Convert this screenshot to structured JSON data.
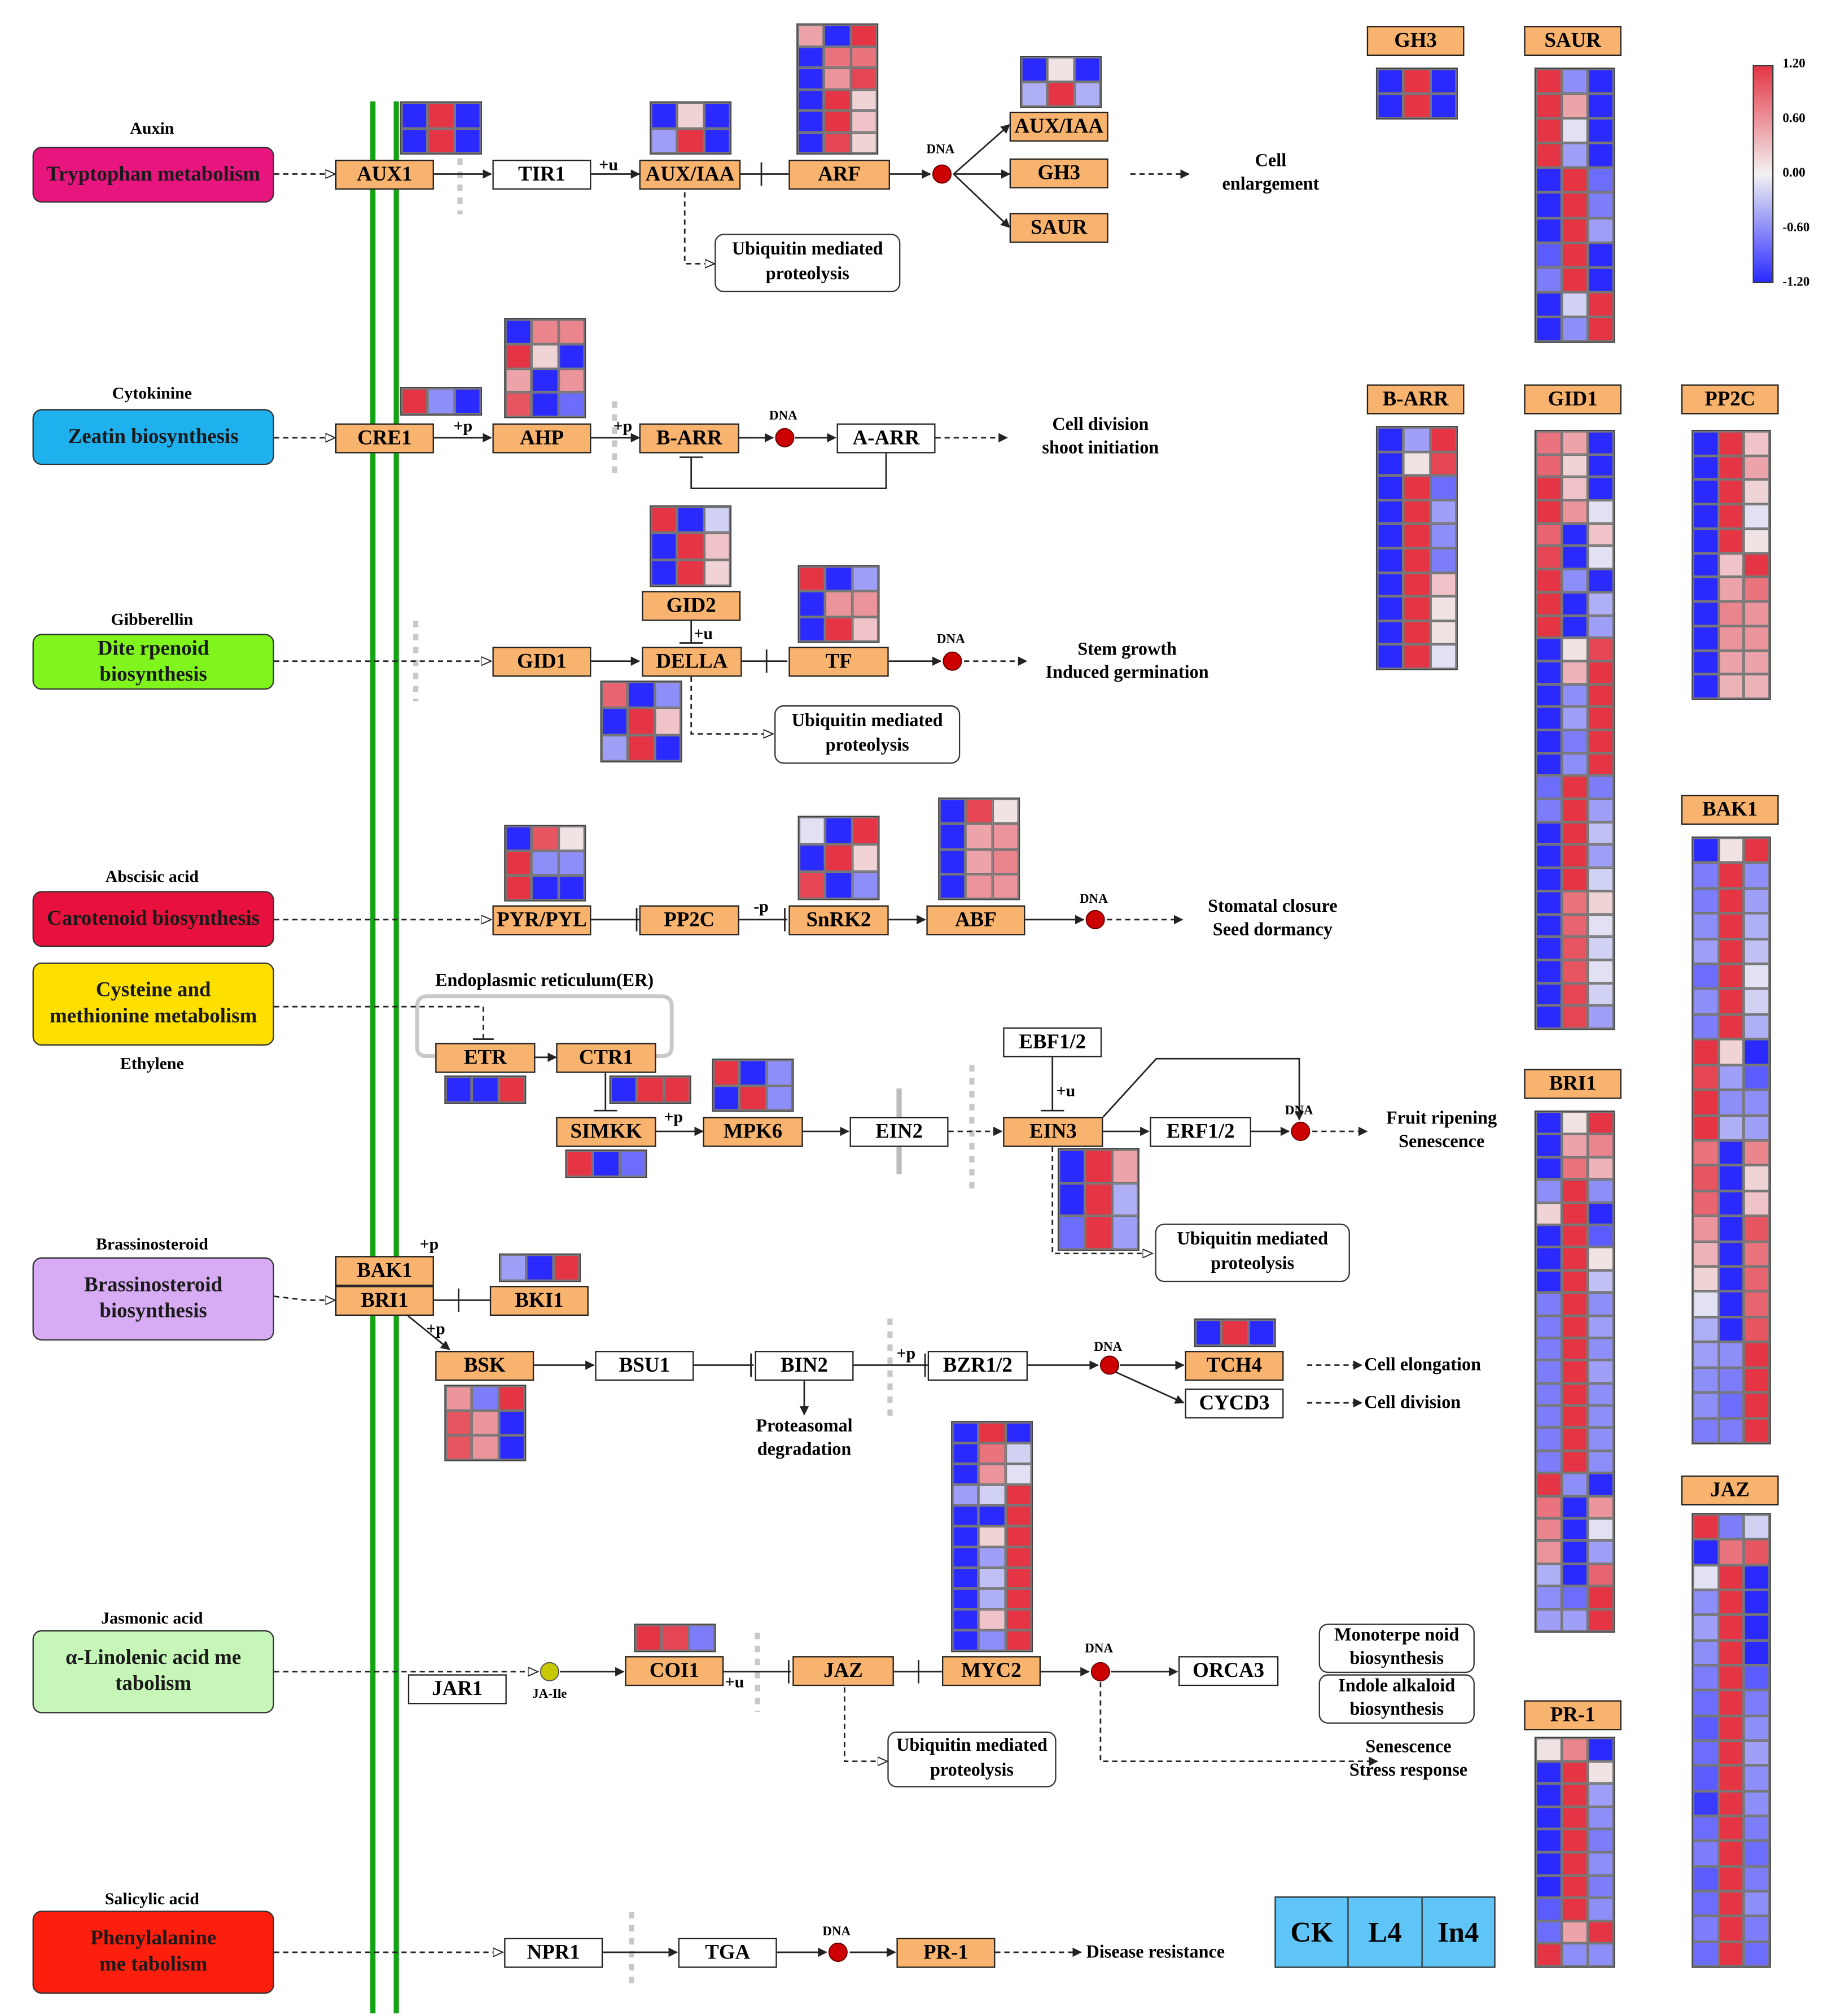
{
  "hormones": [
    {
      "title": "Auxin",
      "pathway": "Tryptophan metabolism",
      "color": "#e8157f",
      "text_color": "#1a1a1a"
    },
    {
      "title": "Cytokinine",
      "pathway": "Zeatin biosynthesis",
      "color": "#1fb0ee",
      "text_color": "#1a1a1a"
    },
    {
      "title": "Gibberellin",
      "pathway": "Dite rpenoid\nbiosynthesis",
      "color": "#7ff51d",
      "text_color": "#1a1a1a"
    },
    {
      "title": "Abscisic acid",
      "pathway": "Carotenoid biosynthesis",
      "color": "#e8103c",
      "text_color": "#1a1a1a"
    },
    {
      "title": "Ethylene",
      "pathway": "Cysteine and\nmethionine metabolism",
      "color": "#fde000",
      "text_color": "#1a1a1a"
    },
    {
      "title": "Brassinosteroid",
      "pathway": "Brassinosteroid\nbiosynthesis",
      "color": "#d8acf5",
      "text_color": "#1a1a1a"
    },
    {
      "title": "Jasmonic acid",
      "pathway": "α-Linolenic acid me\ntabolism",
      "color": "#c6f6b8",
      "text_color": "#1a1a1a"
    },
    {
      "title": "Salicylic acid",
      "pathway": "Phenylalanine\nme tabolism",
      "color": "#fe1e0e",
      "text_color": "#1a1a1a"
    }
  ],
  "nodes": {
    "aux1": "AUX1",
    "tir1": "TIR1",
    "auxiaa": "AUX/IAA",
    "arf": "ARF",
    "auxiaa2": "AUX/IAA",
    "gh3": "GH3",
    "saur": "SAUR",
    "cre1": "CRE1",
    "ahp": "AHP",
    "barr": "B-ARR",
    "aarr": "A-ARR",
    "gid1": "GID1",
    "gid2": "GID2",
    "della": "DELLA",
    "tf": "TF",
    "pyr": "PYR/PYL",
    "pp2c": "PP2C",
    "snrk2": "SnRK2",
    "abf": "ABF",
    "etr": "ETR",
    "ctr1": "CTR1",
    "simkk": "SIMKK",
    "mpk6": "MPK6",
    "ein2": "EIN2",
    "ebf": "EBF1/2",
    "ein3": "EIN3",
    "erf": "ERF1/2",
    "bak1": "BAK1",
    "bri1": "BRI1",
    "bki1": "BKI1",
    "bsk": "BSK",
    "bsu1": "BSU1",
    "bin2": "BIN2",
    "bzr": "BZR1/2",
    "tch4": "TCH4",
    "cycd3": "CYCD3",
    "jar1": "JAR1",
    "coi1": "COI1",
    "jaz": "JAZ",
    "myc2": "MYC2",
    "orca3": "ORCA3",
    "npr1": "NPR1",
    "tga": "TGA",
    "pr1": "PR-1"
  },
  "outcomes": {
    "cell_enlargement": "Cell\nenlargement",
    "cell_division_shoot": "Cell division\nshoot initiation",
    "stem_growth": "Stem growth\nInduced germination",
    "stomatal": "Stomatal closure\nSeed dormancy",
    "fruit": "Fruit ripening\nSenescence",
    "cell_elongation": "Cell elongation",
    "cell_division": "Cell division",
    "senescence_stress": "Senescence\nStress response",
    "disease": "Disease resistance",
    "proteasomal": "Proteasomal\ndegradation"
  },
  "boxes": {
    "ubiquitin": "Ubiquitin mediated\nproteolysis",
    "monoterpene": "Monoterpe noid\nbiosynthesis",
    "indole": "Indole alkaloid\nbiosynthesis",
    "er_label": "Endoplasmic reticulum(ER)",
    "ja_ile": "JA-Ile"
  },
  "signs": {
    "plus_u": "+u",
    "plus_p": "+p",
    "minus_p": "-p",
    "dna": "DNA"
  },
  "colorbar": {
    "ticks": [
      "1.20",
      "0.60",
      "0.00",
      "-0.60",
      "-1.20"
    ],
    "max": 1.2,
    "min": -1.2,
    "colors": [
      "#e53544",
      "#f2f2f2",
      "#2a2aff"
    ]
  },
  "legend": {
    "samples": [
      "CK",
      "L4",
      "In4"
    ],
    "color": "#5ec5f6"
  },
  "side_heatmaps": [
    {
      "key": "gh3",
      "title": "GH3"
    },
    {
      "key": "saur",
      "title": "SAUR"
    },
    {
      "key": "barr",
      "title": "B-ARR"
    },
    {
      "key": "gid1",
      "title": "GID1"
    },
    {
      "key": "pp2c",
      "title": "PP2C"
    },
    {
      "key": "bak1",
      "title": "BAK1"
    },
    {
      "key": "bri1",
      "title": "BRI1"
    },
    {
      "key": "jaz",
      "title": "JAZ"
    },
    {
      "key": "pr1",
      "title": "PR-1"
    }
  ],
  "heatmap_values": {
    "aux1": [
      [
        -1.2,
        1.2,
        -1.2
      ],
      [
        -1.2,
        1.2,
        -1.2
      ]
    ],
    "auxiaa": [
      [
        -1.2,
        0.2,
        -1.2
      ],
      [
        -0.5,
        1.2,
        -1.2
      ]
    ],
    "arf": [
      [
        0.5,
        -1.2,
        1.2
      ],
      [
        -1.2,
        0.8,
        0.8
      ],
      [
        -1.2,
        0.6,
        1.1
      ],
      [
        -1.2,
        1.2,
        0.2
      ],
      [
        -1.2,
        1.2,
        0.3
      ],
      [
        -1.2,
        1.1,
        0.2
      ]
    ],
    "auxiaa2": [
      [
        -1.2,
        0.1,
        -1.2
      ],
      [
        -0.4,
        1.2,
        -0.4
      ]
    ],
    "gh3": [
      [
        -1.2,
        1.2,
        -1.2
      ],
      [
        -1.2,
        1.2,
        -1.2
      ]
    ],
    "cre1": [
      [
        1.2,
        -0.6,
        -1.2
      ]
    ],
    "ahp": [
      [
        -1.2,
        0.7,
        0.7
      ],
      [
        1.2,
        0.2,
        -1.2
      ],
      [
        0.5,
        -1.2,
        0.6
      ],
      [
        1.0,
        -1.2,
        -0.8
      ]
    ],
    "gid2": [
      [
        1.2,
        -1.2,
        -0.2
      ],
      [
        -1.2,
        1.2,
        0.3
      ],
      [
        -1.2,
        1.2,
        0.2
      ]
    ],
    "della": [
      [
        0.9,
        -1.2,
        -0.6
      ],
      [
        -1.2,
        1.2,
        0.3
      ],
      [
        -0.5,
        1.2,
        -1.2
      ]
    ],
    "tf": [
      [
        1.2,
        -1.2,
        -0.5
      ],
      [
        -1.2,
        0.6,
        0.6
      ],
      [
        -1.2,
        1.2,
        0.3
      ]
    ],
    "pyr": [
      [
        -1.2,
        1.0,
        0.1
      ],
      [
        1.2,
        -0.6,
        -0.6
      ],
      [
        1.2,
        -1.2,
        -1.2
      ]
    ],
    "snrk2": [
      [
        -0.1,
        -1.2,
        1.2
      ],
      [
        -1.2,
        1.2,
        0.2
      ],
      [
        1.1,
        -1.2,
        -0.6
      ]
    ],
    "abf": [
      [
        -1.2,
        1.1,
        0.1
      ],
      [
        -1.2,
        0.5,
        0.6
      ],
      [
        -1.2,
        0.5,
        0.7
      ],
      [
        -1.2,
        0.6,
        0.6
      ]
    ],
    "etr": [
      [
        -1.2,
        -1.2,
        1.2
      ]
    ],
    "ctr1": [
      [
        -1.2,
        1.2,
        1.2
      ]
    ],
    "mpk6": [
      [
        1.2,
        -1.2,
        -0.6
      ],
      [
        -1.2,
        1.2,
        -0.6
      ]
    ],
    "simkk": [
      [
        1.2,
        -1.2,
        -0.8
      ]
    ],
    "ein3": [
      [
        -1.2,
        1.2,
        0.5
      ],
      [
        -1.2,
        1.2,
        -0.4
      ],
      [
        -0.8,
        1.2,
        -0.5
      ]
    ],
    "bki1": [
      [
        -0.5,
        -1.2,
        1.2
      ]
    ],
    "bsk": [
      [
        0.6,
        -0.7,
        1.2
      ],
      [
        1.0,
        0.6,
        -1.2
      ],
      [
        1.0,
        0.6,
        -1.2
      ]
    ],
    "tch4": [
      [
        -1.2,
        1.2,
        -1.2
      ]
    ],
    "coi1": [
      [
        1.2,
        1.1,
        -0.7
      ]
    ],
    "myc2": [
      [
        -1.2,
        1.2,
        -1.2
      ],
      [
        -1.2,
        0.8,
        -0.2
      ],
      [
        -1.2,
        0.6,
        -0.1
      ],
      [
        -0.5,
        -0.2,
        1.2
      ],
      [
        -1.2,
        -1.2,
        1.2
      ],
      [
        -1.2,
        0.2,
        1.2
      ],
      [
        -1.2,
        -0.5,
        1.2
      ],
      [
        -1.2,
        -0.3,
        1.2
      ],
      [
        -1.2,
        -0.4,
        1.2
      ],
      [
        -1.2,
        0.3,
        1.2
      ],
      [
        -1.2,
        -0.6,
        1.2
      ]
    ],
    "saur": [
      [
        1.2,
        -0.6,
        -1.2
      ],
      [
        1.2,
        0.5,
        -1.2
      ],
      [
        1.2,
        -0.1,
        -1.2
      ],
      [
        1.2,
        -0.5,
        -1.2
      ],
      [
        -1.2,
        1.2,
        -0.8
      ],
      [
        -1.2,
        1.2,
        -0.7
      ],
      [
        -1.2,
        1.2,
        -0.5
      ],
      [
        -0.9,
        1.2,
        -1.2
      ],
      [
        -0.7,
        1.2,
        -1.2
      ],
      [
        -1.2,
        -0.2,
        1.2
      ],
      [
        -1.2,
        -0.6,
        1.2
      ]
    ],
    "barr": [
      [
        -1.2,
        -0.5,
        1.2
      ],
      [
        -1.2,
        0.1,
        1.1
      ],
      [
        -1.2,
        1.2,
        -0.8
      ],
      [
        -1.2,
        1.2,
        -0.5
      ],
      [
        -1.2,
        1.2,
        -0.6
      ],
      [
        -1.2,
        1.2,
        -0.7
      ],
      [
        -1.2,
        1.2,
        0.3
      ],
      [
        -1.2,
        1.2,
        0.1
      ],
      [
        -1.2,
        1.2,
        0.1
      ],
      [
        -1.2,
        1.2,
        -0.1
      ]
    ],
    "gid1": [
      [
        0.8,
        0.5,
        -1.2
      ],
      [
        0.9,
        0.2,
        -1.2
      ],
      [
        1.2,
        0.3,
        -1.2
      ],
      [
        1.2,
        0.6,
        -0.1
      ],
      [
        0.9,
        -1.2,
        0.3
      ],
      [
        1.1,
        -1.2,
        -0.1
      ],
      [
        1.2,
        -0.6,
        -1.2
      ],
      [
        1.2,
        -1.2,
        -0.4
      ],
      [
        1.2,
        -1.2,
        -0.5
      ],
      [
        -1.2,
        0.1,
        1.1
      ],
      [
        -1.2,
        0.4,
        1.2
      ],
      [
        -1.2,
        -0.6,
        1.2
      ],
      [
        -1.2,
        -0.5,
        1.2
      ],
      [
        -1.2,
        -0.7,
        1.2
      ],
      [
        -1.2,
        -0.6,
        1.2
      ],
      [
        -0.8,
        1.2,
        -0.7
      ],
      [
        -0.7,
        1.2,
        -0.5
      ],
      [
        -1.2,
        1.2,
        -0.3
      ],
      [
        -1.2,
        1.2,
        -0.5
      ],
      [
        -1.2,
        1.2,
        -0.2
      ],
      [
        -1.2,
        0.8,
        0.2
      ],
      [
        -1.2,
        0.9,
        -0.1
      ],
      [
        -1.2,
        1.0,
        -0.2
      ],
      [
        -1.2,
        1.0,
        -0.1
      ],
      [
        -1.2,
        1.1,
        -0.2
      ],
      [
        -1.2,
        1.1,
        -0.5
      ]
    ],
    "pp2c": [
      [
        -1.2,
        1.2,
        0.3
      ],
      [
        -1.2,
        1.2,
        0.5
      ],
      [
        -1.2,
        1.2,
        0.2
      ],
      [
        -1.2,
        1.2,
        -0.1
      ],
      [
        -1.2,
        1.2,
        0.1
      ],
      [
        -1.2,
        0.3,
        1.2
      ],
      [
        -1.2,
        0.5,
        0.8
      ],
      [
        -1.2,
        0.7,
        0.6
      ],
      [
        -1.2,
        0.6,
        0.6
      ],
      [
        -1.2,
        0.5,
        0.5
      ],
      [
        -1.2,
        0.4,
        0.4
      ]
    ],
    "bak1": [
      [
        -1.2,
        0.1,
        1.2
      ],
      [
        -0.7,
        1.2,
        -0.6
      ],
      [
        -0.7,
        1.2,
        -0.5
      ],
      [
        -0.6,
        1.2,
        -0.4
      ],
      [
        -0.5,
        1.2,
        -0.3
      ],
      [
        -0.8,
        1.2,
        -0.1
      ],
      [
        -0.6,
        1.2,
        -0.2
      ],
      [
        -0.7,
        1.2,
        -0.4
      ],
      [
        1.2,
        0.2,
        -1.2
      ],
      [
        1.1,
        -0.5,
        -0.9
      ],
      [
        1.2,
        -0.6,
        -0.6
      ],
      [
        1.2,
        -0.4,
        -0.5
      ],
      [
        0.8,
        -1.2,
        0.7
      ],
      [
        1.0,
        -1.2,
        0.2
      ],
      [
        0.9,
        -1.2,
        0.3
      ],
      [
        0.6,
        -1.2,
        1.0
      ],
      [
        0.4,
        -1.2,
        0.8
      ],
      [
        0.2,
        -1.2,
        0.9
      ],
      [
        -0.1,
        -1.2,
        0.9
      ],
      [
        -0.4,
        -1.2,
        1.0
      ],
      [
        -0.5,
        -0.6,
        1.2
      ],
      [
        -0.6,
        -0.7,
        1.2
      ],
      [
        -0.6,
        -0.8,
        1.2
      ],
      [
        -0.7,
        -0.7,
        1.2
      ]
    ],
    "bri1": [
      [
        -1.2,
        0.1,
        1.2
      ],
      [
        -1.2,
        0.5,
        0.7
      ],
      [
        -1.2,
        0.8,
        0.4
      ],
      [
        -0.6,
        1.2,
        -0.6
      ],
      [
        0.2,
        1.2,
        -1.2
      ],
      [
        -1.2,
        1.2,
        -0.9
      ],
      [
        -1.2,
        1.2,
        0.1
      ],
      [
        -1.2,
        1.2,
        -0.3
      ],
      [
        -0.7,
        1.2,
        -0.6
      ],
      [
        -0.7,
        1.2,
        -0.5
      ],
      [
        -0.7,
        1.2,
        -0.6
      ],
      [
        -0.7,
        1.2,
        -0.5
      ],
      [
        -0.7,
        1.2,
        -0.6
      ],
      [
        -0.7,
        1.2,
        -0.6
      ],
      [
        -0.7,
        1.2,
        -0.6
      ],
      [
        -0.7,
        1.2,
        -0.6
      ],
      [
        1.2,
        -0.6,
        -1.2
      ],
      [
        0.8,
        -1.2,
        0.6
      ],
      [
        0.7,
        -1.2,
        -0.1
      ],
      [
        0.6,
        -1.2,
        -0.5
      ],
      [
        -0.4,
        -1.2,
        0.9
      ],
      [
        -0.6,
        -0.8,
        1.2
      ],
      [
        -0.5,
        -0.5,
        1.2
      ]
    ],
    "jaz": [
      [
        1.2,
        -0.7,
        -0.2
      ],
      [
        -1.2,
        0.8,
        1.0
      ],
      [
        -0.1,
        1.2,
        -1.2
      ],
      [
        -0.6,
        1.2,
        -1.2
      ],
      [
        -0.5,
        1.2,
        -1.2
      ],
      [
        -0.6,
        1.2,
        -1.2
      ],
      [
        -0.7,
        1.2,
        -0.9
      ],
      [
        -0.8,
        1.2,
        -0.7
      ],
      [
        -0.9,
        1.2,
        -0.6
      ],
      [
        -0.8,
        1.2,
        -0.5
      ],
      [
        -0.9,
        1.2,
        -0.6
      ],
      [
        -1.1,
        1.2,
        -0.6
      ],
      [
        -0.8,
        1.2,
        -0.7
      ],
      [
        -0.7,
        1.2,
        -0.8
      ],
      [
        -0.9,
        1.2,
        -0.7
      ],
      [
        -0.8,
        1.2,
        -0.6
      ],
      [
        -0.7,
        1.2,
        -0.7
      ],
      [
        -0.8,
        1.2,
        -0.8
      ]
    ],
    "pr1": [
      [
        0.1,
        0.7,
        -1.2
      ],
      [
        -1.2,
        1.2,
        0.1
      ],
      [
        -1.2,
        1.2,
        -0.5
      ],
      [
        -1.2,
        1.2,
        -0.6
      ],
      [
        -1.2,
        1.2,
        -0.7
      ],
      [
        -1.2,
        1.2,
        -0.6
      ],
      [
        -1.2,
        1.2,
        -0.7
      ],
      [
        -0.9,
        1.2,
        -0.6
      ],
      [
        -0.8,
        0.5,
        1.2
      ],
      [
        1.2,
        -0.6,
        -0.6
      ]
    ]
  }
}
